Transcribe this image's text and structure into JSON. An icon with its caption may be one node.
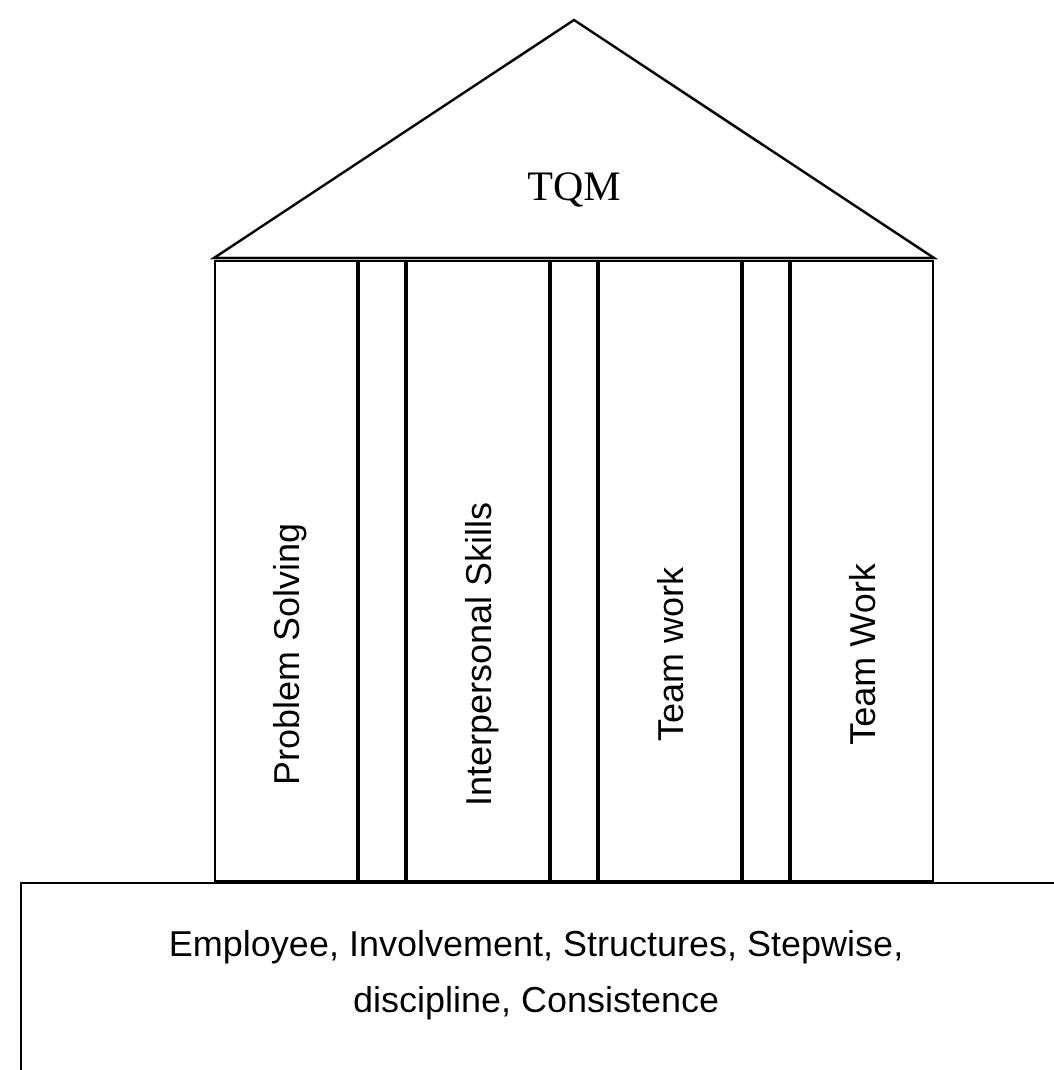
{
  "diagram": {
    "nodes": [
      {
        "text": [
          "TQM"
        ]
      },
      {
        "text": [
          "Problem Solving"
        ]
      },
      {
        "text": [],
        "shape": "box"
      },
      {
        "text": [
          "Interpersonal Skills"
        ]
      },
      {
        "text": [],
        "shape": "box"
      },
      {
        "text": [
          "Team work"
        ]
      },
      {
        "text": [],
        "shape": "box"
      },
      {
        "text": [
          "Team Work"
        ]
      },
      {
        "text": [
          "Employee, Involvement, Structures, Stepwise, discipline, Consistence"
        ]
      }
    ]
  }
}
